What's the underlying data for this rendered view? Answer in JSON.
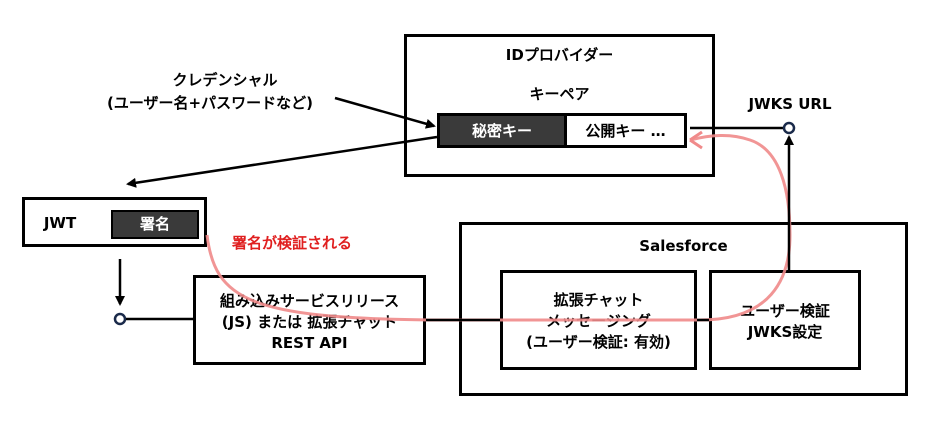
{
  "idp": {
    "title": "IDプロバイダー",
    "keypair_label": "キーペア",
    "private_key": "秘密キー",
    "public_key": "公開キー …"
  },
  "credential": {
    "line1": "クレデンシャル",
    "line2": "(ユーザー名+パスワードなど)"
  },
  "jwks_url": "JWKS URL",
  "jwt": {
    "label": "JWT",
    "signature": "署名"
  },
  "verify_note": "署名が検証される",
  "embedded": {
    "line1": "組み込みサービスリリース",
    "line2": "(JS) または 拡張チャット",
    "line3": "REST API"
  },
  "salesforce": {
    "title": "Salesforce",
    "messaging": {
      "line1": "拡張チャット",
      "line2": "メッセージング",
      "line3": "(ユーザー検証: 有効)"
    },
    "verification": {
      "line1": "ユーザー検証",
      "line2": "JWKS設定"
    }
  },
  "colors": {
    "accent_red": "#e02020",
    "verify_path": "#f08a8a",
    "dark_fill": "#3a3a3a"
  }
}
